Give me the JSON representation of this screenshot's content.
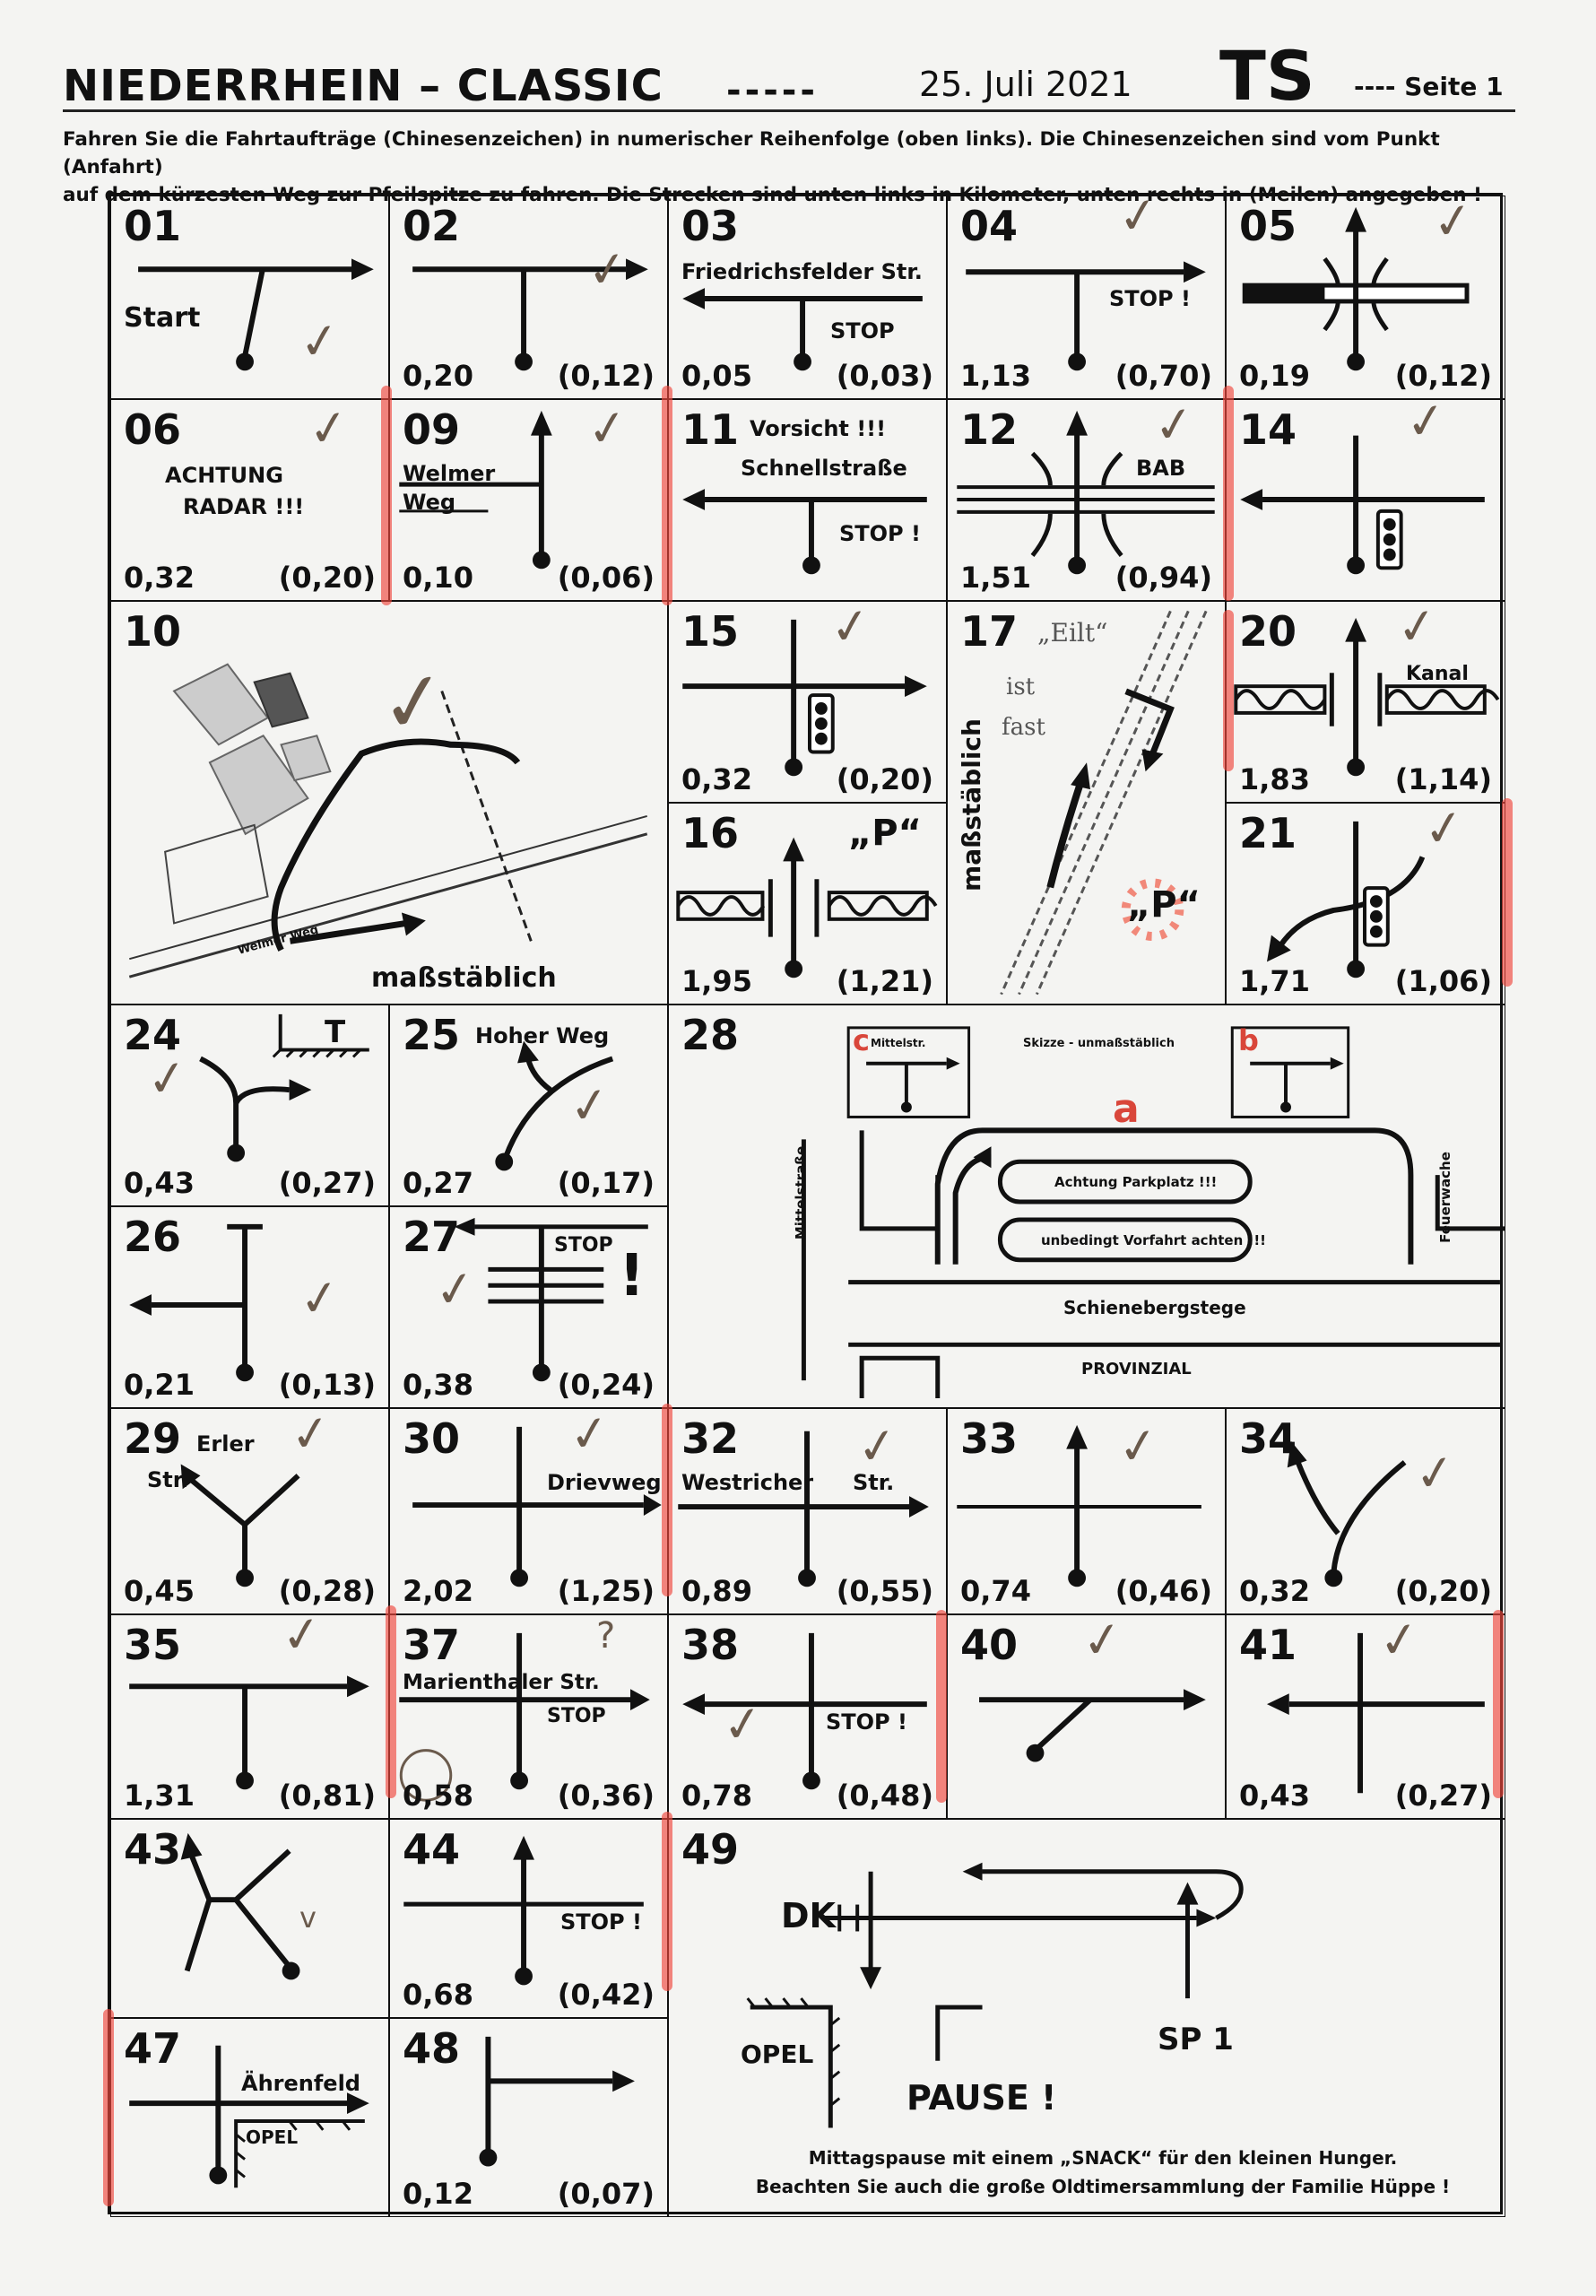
{
  "header": {
    "title": "NIEDERRHEIN – CLASSIC",
    "dashes": "-----",
    "date": "25. Juli 2021",
    "code": "TS",
    "page": "---- Seite 1"
  },
  "instructions": [
    "Fahren Sie die Fahrtaufträge (Chinesenzeichen) in numerischer Reihenfolge (oben links). Die Chinesenzeichen sind vom Punkt (Anfahrt)",
    "auf dem kürzesten Weg zur Pfeilspitze zu fahren. Die Strecken sind unten links in Kilometer, unten rechts in (Meilen) angegeben !"
  ],
  "cells": {
    "c01": {
      "num": "01",
      "label": "Start"
    },
    "c02": {
      "num": "02",
      "km": "0,20",
      "mi": "(0,12)"
    },
    "c03": {
      "num": "03",
      "label": "Friedrichsfelder Str.",
      "stop": "STOP",
      "km": "0,05",
      "mi": "(0,03)"
    },
    "c04": {
      "num": "04",
      "stop": "STOP !",
      "km": "1,13",
      "mi": "(0,70)"
    },
    "c05": {
      "num": "05",
      "km": "0,19",
      "mi": "(0,12)"
    },
    "c06": {
      "num": "06",
      "label1": "ACHTUNG",
      "label2": "RADAR !!!",
      "km": "0,32",
      "mi": "(0,20)"
    },
    "c09": {
      "num": "09",
      "label1": "Welmer",
      "label2": "Weg",
      "km": "0,10",
      "mi": "(0,06)"
    },
    "c11": {
      "num": "11",
      "label1": "Vorsicht !!!",
      "label2": "Schnellstraße",
      "stop": "STOP !"
    },
    "c12": {
      "num": "12",
      "label": "BAB",
      "km": "1,51",
      "mi": "(0,94)"
    },
    "c14": {
      "num": "14"
    },
    "c10": {
      "num": "10",
      "label": "maßstäblich",
      "street": "Welmer Weg"
    },
    "c15": {
      "num": "15",
      "km": "0,32",
      "mi": "(0,20)"
    },
    "c17": {
      "num": "17",
      "label": "maßstäblich",
      "note1": "„Eilt“",
      "note2": "ist",
      "note3": "fast",
      "parking": "„P“"
    },
    "c20": {
      "num": "20",
      "label": "Kanal",
      "km": "1,83",
      "mi": "(1,14)"
    },
    "c16": {
      "num": "16",
      "parking": "„P“",
      "km": "1,95",
      "mi": "(1,21)"
    },
    "c21": {
      "num": "21",
      "km": "1,71",
      "mi": "(1,06)"
    },
    "c24": {
      "num": "24",
      "label": "T",
      "km": "0,43",
      "mi": "(0,27)"
    },
    "c25": {
      "num": "25",
      "label": "Hoher Weg",
      "km": "0,27",
      "mi": "(0,17)"
    },
    "c28": {
      "num": "28",
      "mittel": "Mittelstr.",
      "skizze": "Skizze - unmaßstäblich",
      "a": "a",
      "b": "b",
      "c": "c",
      "park": "Achtung Parkplatz !!!",
      "vorfahrt": "unbedingt Vorfahrt achten !!!",
      "stege": "Schienebergstege",
      "prov": "PROVINZIAL",
      "side1": "Mittelstraße",
      "side2": "Feuerwache"
    },
    "c26": {
      "num": "26",
      "km": "0,21",
      "mi": "(0,13)"
    },
    "c27": {
      "num": "27",
      "stop": "STOP",
      "excl": "!",
      "km": "0,38",
      "mi": "(0,24)"
    },
    "c29": {
      "num": "29",
      "label1": "Erler",
      "label2": "Str.",
      "km": "0,45",
      "mi": "(0,28)"
    },
    "c30": {
      "num": "30",
      "label": "Drievweg",
      "km": "2,02",
      "mi": "(1,25)"
    },
    "c32": {
      "num": "32",
      "label1": "Westricher",
      "label2": "Str.",
      "km": "0,89",
      "mi": "(0,55)"
    },
    "c33": {
      "num": "33",
      "km": "0,74",
      "mi": "(0,46)"
    },
    "c34": {
      "num": "34",
      "km": "0,32",
      "mi": "(0,20)"
    },
    "c35": {
      "num": "35",
      "km": "1,31",
      "mi": "(0,81)"
    },
    "c37": {
      "num": "37",
      "label": "Marienthaler Str.",
      "stop": "STOP",
      "q": "?",
      "km": "0,58",
      "mi": "(0,36)"
    },
    "c38": {
      "num": "38",
      "stop": "STOP !",
      "km": "0,78",
      "mi": "(0,48)"
    },
    "c40": {
      "num": "40"
    },
    "c41": {
      "num": "41",
      "km": "0,43",
      "mi": "(0,27)"
    },
    "c43": {
      "num": "43",
      "v": "v"
    },
    "c44": {
      "num": "44",
      "stop": "STOP !",
      "km": "0,68",
      "mi": "(0,42)"
    },
    "c49": {
      "num": "49",
      "dk": "DK",
      "opel": "OPEL",
      "pause": "PAUSE !",
      "sp": "SP 1"
    },
    "c47": {
      "num": "47",
      "label": "Ährenfeld",
      "opel": "OPEL"
    },
    "c48": {
      "num": "48",
      "km": "0,12",
      "mi": "(0,07)"
    }
  },
  "footer": [
    "Mittagspause mit einem „SNACK“ für den kleinen Hunger.",
    "Beachten Sie auch die große Oldtimersammlung der Familie Hüppe !"
  ]
}
